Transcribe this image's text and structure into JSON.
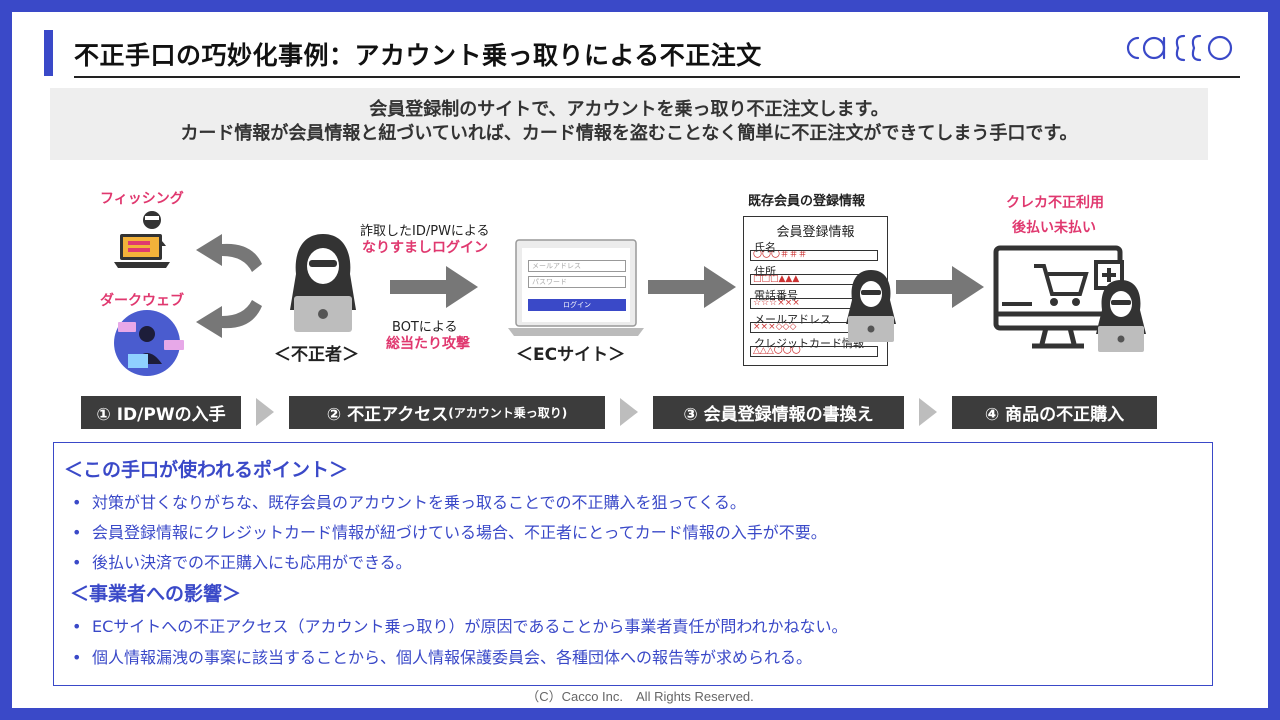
{
  "header": {
    "title": "不正手口の巧妙化事例：アカウント乗っ取りによる不正注文",
    "logo_text": "caεεo"
  },
  "intro": {
    "line1": "会員登録制のサイトで、アカウントを乗っ取り不正注文します。",
    "line2": "カード情報が会員情報と紐づいていれば、カード情報を盗むことなく簡単に不正注文ができてしまう手口です。"
  },
  "diagram": {
    "phishing_label": "フィッシング",
    "darkweb_label": "ダークウェブ",
    "fraudster_label": "＜不正者＞",
    "arrow_top_line1": "詐取したID/PWによる",
    "arrow_top_line2": "なりすましログイン",
    "arrow_bottom_line1": "BOTによる",
    "arrow_bottom_line2": "総当たり攻撃",
    "ec_site_label": "＜ECサイト＞",
    "ec_form": {
      "mail_placeholder": "メールアドレス",
      "password_placeholder": "パスワード",
      "login_button": "ログイン"
    },
    "existing_info_label": "既存会員の登録情報",
    "registration_form": {
      "heading": "会員登録情報",
      "fields": [
        {
          "label": "氏名",
          "value": "〇〇〇＃＃＃"
        },
        {
          "label": "住所",
          "value": "□□□▲▲▲"
        },
        {
          "label": "電話番号",
          "value": "☆☆☆×××"
        },
        {
          "label": "メールアドレス",
          "value": "×××◇◇◇"
        },
        {
          "label": "クレジットカード情報",
          "value": "△△△〇〇〇"
        }
      ]
    },
    "result_line1": "クレカ不正利用",
    "result_line2": "後払い未払い"
  },
  "steps": [
    {
      "label": "① ID/PWの入手",
      "sub": ""
    },
    {
      "label": "② 不正アクセス",
      "sub": "(アカウント乗っ取り)"
    },
    {
      "label": "③ 会員登録情報の書換え",
      "sub": ""
    },
    {
      "label": "④ 商品の不正購入",
      "sub": ""
    }
  ],
  "points": {
    "heading": "＜この手口が使われるポイント＞",
    "items": [
      "対策が甘くなりがちな、既存会員のアカウントを乗っ取ることでの不正購入を狙ってくる。",
      "会員登録情報にクレジットカード情報が紐づけている場合、不正者にとってカード情報の入手が不要。",
      "後払い決済での不正購入にも応用ができる。"
    ],
    "impact_heading": "＜事業者への影響＞",
    "impact_items": [
      "ECサイトへの不正アクセス（アカウント乗っ取り）が原因であることから事業者責任が問われかねない。",
      "個人情報漏洩の事案に該当することから、個人情報保護委員会、各種団体への報告等が求められる。"
    ],
    "bullet": "•"
  },
  "footer": {
    "copyright": "（C）Cacco Inc.　All Rights Reserved."
  },
  "colors": {
    "accent": "#3a49c8",
    "highlight": "#e0386f",
    "step_bg": "#3c3c3c",
    "intro_bg": "#eeeeee"
  }
}
